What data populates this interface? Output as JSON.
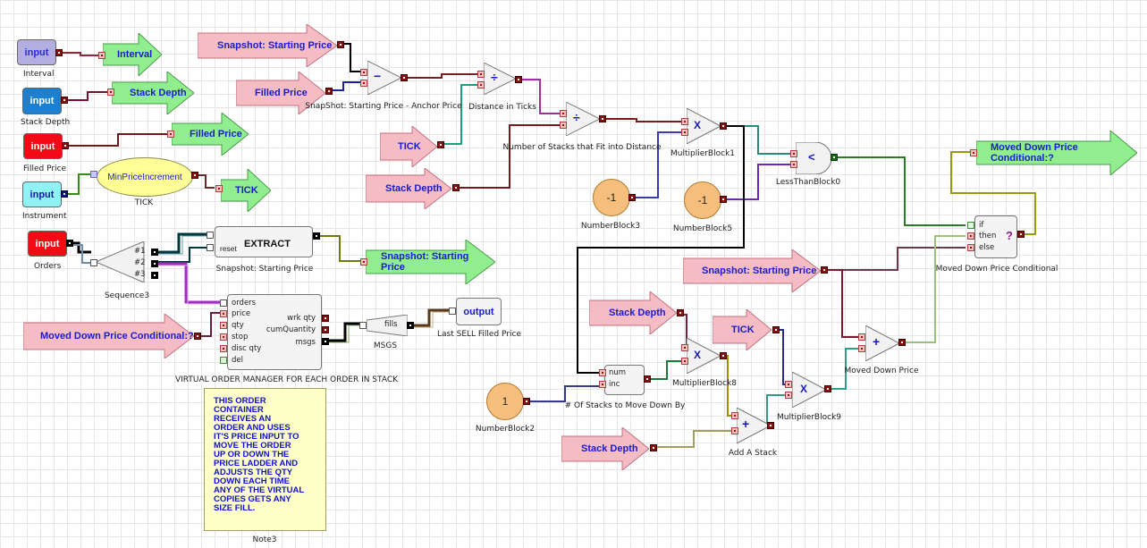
{
  "inputs": {
    "interval": {
      "text": "input",
      "label": "Interval"
    },
    "stack_depth": {
      "text": "input",
      "label": "Stack Depth"
    },
    "filled_price": {
      "text": "input",
      "label": "Filled Price"
    },
    "instrument": {
      "text": "input",
      "label": "Instrument"
    },
    "orders": {
      "text": "input",
      "label": "Orders"
    }
  },
  "sends": {
    "interval": "Interval",
    "stack_depth": "Stack Depth",
    "filled_price": "Filled Price",
    "tick": "TICK",
    "snapshot": "Snapshot: Starting Price",
    "moved_down": "Moved Down Price Conditional:?"
  },
  "receives": {
    "snapshot_top": "Snapshot: Starting Price",
    "filled_price": "Filled Price",
    "tick_mid": "TICK",
    "stack_depth_mid": "Stack Depth",
    "moved_down_left": "Moved Down Price Conditional:?",
    "snapshot_right": "Snapshot: Starting Price",
    "stack_depth_r1": "Stack Depth",
    "tick_r": "TICK",
    "stack_depth_r2": "Stack Depth"
  },
  "blocks": {
    "min_price_increment": {
      "text": "MinPriceIncrement",
      "label": "TICK"
    },
    "sequence": {
      "label": "Sequence3",
      "ports": [
        "#1",
        "#2",
        "#3"
      ]
    },
    "extract": {
      "text": "EXTRACT",
      "reset": "reset",
      "label": "Snapshot: Starting Price"
    },
    "subtract": {
      "symbol": "−",
      "label": "SnapShot: Starting Price - Anchor Price"
    },
    "divide1": {
      "symbol": "÷",
      "label": "Distance in Ticks"
    },
    "divide2": {
      "symbol": "÷",
      "label": "Number of Stacks that Fit into Distance"
    },
    "mult1": {
      "symbol": "X",
      "label": "MultiplierBlock1"
    },
    "less_than": {
      "symbol": "<",
      "label": "LessThanBlock0"
    },
    "conditional": {
      "if": "if",
      "then": "then",
      "else": "else",
      "symbol": "?",
      "label": "Moved Down Price Conditional"
    },
    "num3": {
      "value": "-1",
      "label": "NumberBlock3"
    },
    "num5": {
      "value": "-1",
      "label": "NumberBlock5"
    },
    "num2": {
      "value": "1",
      "label": "NumberBlock2"
    },
    "counter": {
      "num": "num",
      "inc": "inc",
      "label": "# Of Stacks to Move Down By"
    },
    "mult8": {
      "symbol": "X",
      "label": "MultiplierBlock8"
    },
    "mult9": {
      "symbol": "X",
      "label": "MultiplierBlock9"
    },
    "add_stack": {
      "symbol": "+",
      "label": "Add A Stack"
    },
    "moved_down_price": {
      "symbol": "+",
      "label": "Moved Down Price"
    },
    "vom": {
      "label": "VIRTUAL ORDER MANAGER FOR EACH ORDER IN STACK",
      "inputs": [
        "orders",
        "price",
        "qty",
        "stop",
        "disc qty",
        "del"
      ],
      "outputs": [
        "wrk qty",
        "cumQuantity",
        "msgs"
      ]
    },
    "msgs": {
      "port": "fills",
      "label": "MSGS"
    },
    "output": {
      "text": "output",
      "label": "Last SELL Filled Price"
    }
  },
  "note": {
    "text": "THIS ORDER\nCONTAINER\nRECEIVES AN\nORDER AND USES\nIT'S PRICE INPUT TO\nMOVE THE ORDER\nUP OR DOWN THE\nPRICE LADDER AND\nADJUSTS THE QTY\nDOWN EACH TIME\nANY OF THE VIRTUAL\nCOPIES GETS ANY\nSIZE FILL.",
    "label": "Note3"
  },
  "colors": {
    "send_fill": "#90ee8e",
    "receive_fill": "#f6bcc4",
    "number_fill": "#f5be7d",
    "note_fill": "#ffffc8",
    "label_blue": "#1a1ad0"
  }
}
